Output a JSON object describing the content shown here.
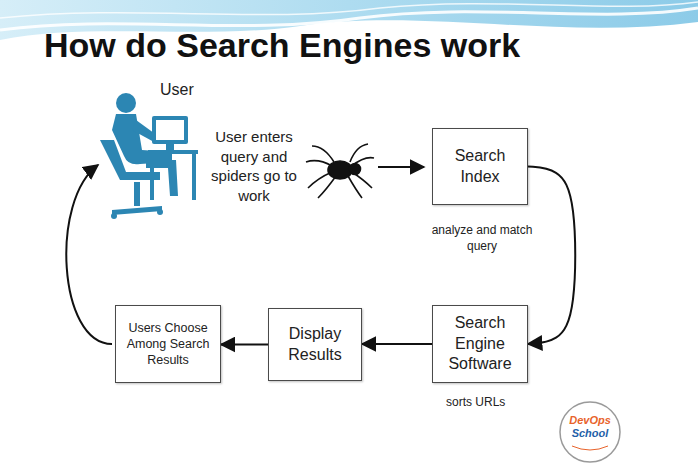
{
  "diagram": {
    "title": "How do Search Engines work",
    "nodes": [
      {
        "text": [
          "Search Index"
        ]
      },
      {
        "text": [
          "Search Engine Software"
        ]
      },
      {
        "text": [
          "Display Results"
        ]
      },
      {
        "text": [
          "Users Choose Among Search Results"
        ]
      }
    ],
    "edges": [
      {
        "from": 0,
        "to": 1,
        "arrow": "to"
      },
      {
        "from": 1,
        "to": 2,
        "arrow": "to"
      },
      {
        "from": 2,
        "to": 3,
        "arrow": "to"
      }
    ],
    "labels": [
      "User",
      "User enters query and spiders go to work",
      "analyze and match query",
      "sorts URLs",
      "DevOps",
      "School"
    ]
  }
}
